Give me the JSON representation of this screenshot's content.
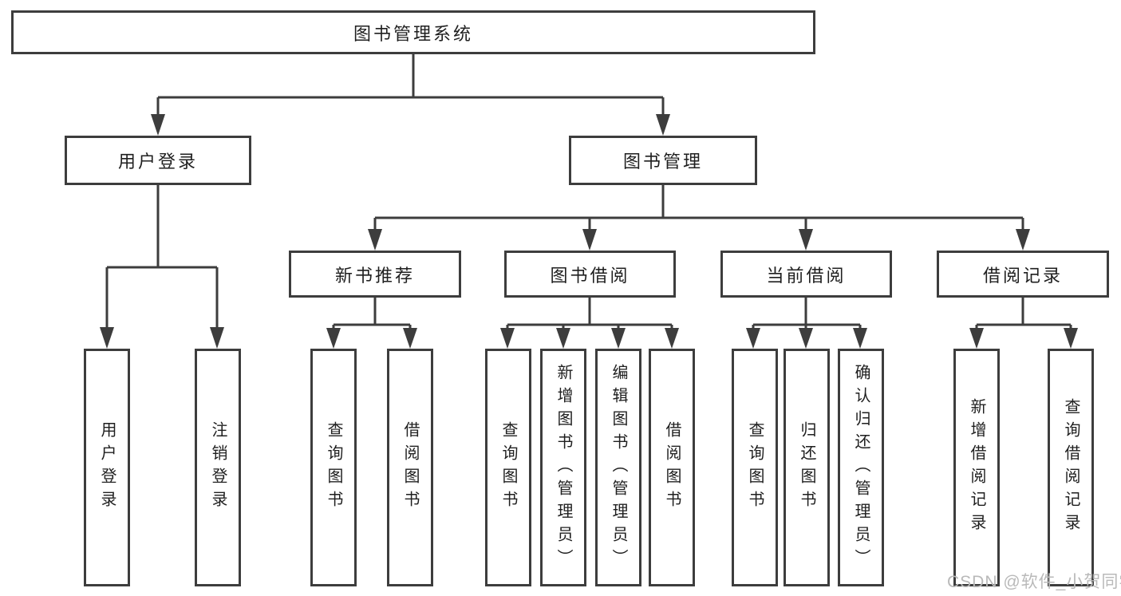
{
  "diagram": {
    "title": "图书管理系统",
    "root": {
      "label": "图书管理系统"
    },
    "branches": [
      {
        "label": "用户登录",
        "children": [
          {
            "label": "用户登录"
          },
          {
            "label": "注销登录"
          }
        ]
      },
      {
        "label": "图书管理",
        "children": [
          {
            "label": "新书推荐",
            "children": [
              {
                "label": "查询图书"
              },
              {
                "label": "借阅图书"
              }
            ]
          },
          {
            "label": "图书借阅",
            "children": [
              {
                "label": "查询图书"
              },
              {
                "label": "新增图书（管理员）"
              },
              {
                "label": "编辑图书（管理员）"
              },
              {
                "label": "借阅图书"
              }
            ]
          },
          {
            "label": "当前借阅",
            "children": [
              {
                "label": "查询图书"
              },
              {
                "label": "归还图书"
              },
              {
                "label": "确认归还（管理员）"
              }
            ]
          },
          {
            "label": "借阅记录",
            "children": [
              {
                "label": "新增借阅记录"
              },
              {
                "label": "查询借阅记录"
              }
            ]
          }
        ]
      }
    ]
  },
  "watermark": {
    "text": "CSDN @软件_小贺同学",
    "color": "#b9b9b9"
  },
  "colors": {
    "line": "#3d3d3d",
    "box_border": "#3d3d3d",
    "text": "#1f1f1f",
    "background": "#ffffff"
  }
}
